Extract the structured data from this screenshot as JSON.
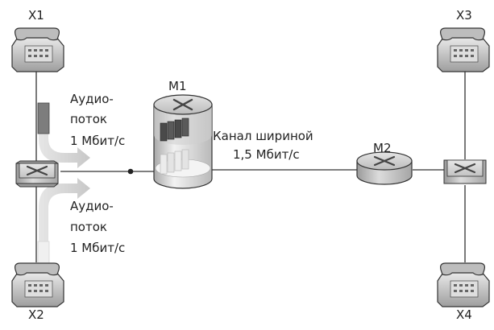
{
  "nodes": {
    "x1": "X1",
    "x2": "X2",
    "x3": "X3",
    "x4": "X4",
    "m1": "M1",
    "m2": "M2"
  },
  "link": {
    "line1": "Канал шириной",
    "line2": "1,5 Мбит/с"
  },
  "stream_top": {
    "line1": "Аудио-",
    "line2": "поток",
    "line3": "1 Мбит/с"
  },
  "stream_bottom": {
    "line1": "Аудио-",
    "line2": "поток",
    "line3": "1 Мбит/с"
  },
  "colors": {
    "line": "#333333",
    "device_body": "#d6d6d6",
    "device_top": "#bdbdbd",
    "packet_dark": "#555555",
    "packet_light": "#e2e2e2",
    "arrow": "#d4d4d4"
  }
}
